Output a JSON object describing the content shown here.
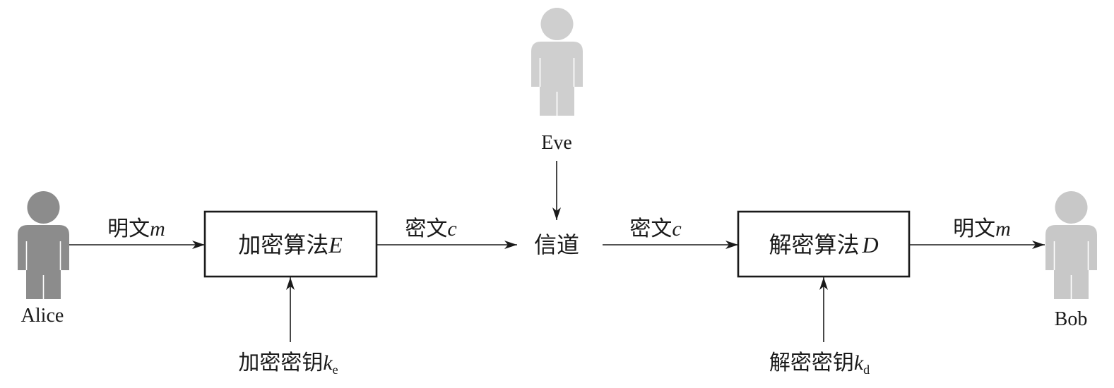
{
  "actors": {
    "alice": "Alice",
    "eve": "Eve",
    "bob": "Bob"
  },
  "channel": "信道",
  "plaintext": {
    "label": "明文",
    "symbol": "m"
  },
  "ciphertext": {
    "label": "密文",
    "symbol": "c"
  },
  "encrypt": {
    "algo": "加密算法",
    "algo_symbol": "E",
    "key": "加密密钥",
    "key_symbol": "k",
    "key_sub": "e"
  },
  "decrypt": {
    "algo": "解密算法",
    "algo_symbol": "D",
    "key": "解密密钥",
    "key_symbol": "k",
    "key_sub": "d"
  },
  "colors": {
    "alice": "#8c8c8c",
    "eve": "#cfcfcf",
    "bob": "#c8c8c8",
    "stroke": "#1a1a1a"
  }
}
